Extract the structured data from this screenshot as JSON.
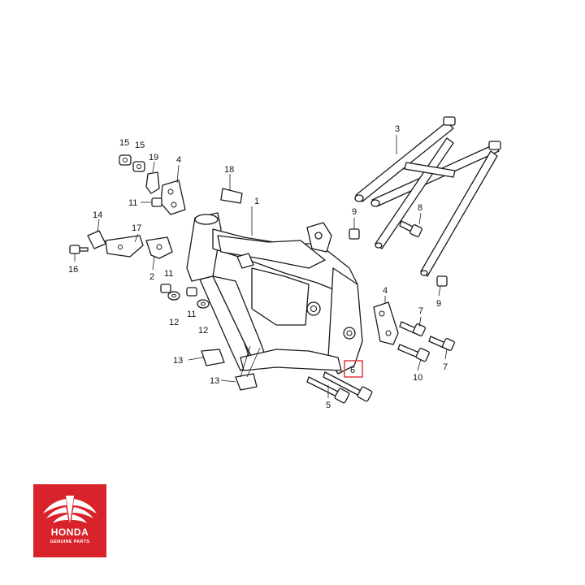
{
  "diagram": {
    "callouts": {
      "frame_body": "1",
      "stay_left": "2",
      "subframe": "3",
      "plate_upper": "4",
      "plate_right": "4",
      "bolt_long_5": "5",
      "bolt_long_6": "6",
      "bolt_7a": "7",
      "bolt_7b": "7",
      "bolt_8": "8",
      "bolt_9a": "9",
      "bolt_9b": "9",
      "bolt_10": "10",
      "nut_11a": "11",
      "nut_11b": "11",
      "nut_11c": "11",
      "washer_12a": "12",
      "washer_12b": "12",
      "clamp_13a": "13",
      "clamp_13b": "13",
      "clip_14": "14",
      "nut_15a": "15",
      "nut_15b": "15",
      "bolt_16": "16",
      "stay_17": "17",
      "clamp_18": "18",
      "clip_19": "19"
    },
    "highlighted_callout": "bolt_long_6",
    "highlight_color": "#e0464f"
  },
  "logo": {
    "brand": "HONDA",
    "tagline": "GENUINE PARTS",
    "color": "#d8232a"
  }
}
